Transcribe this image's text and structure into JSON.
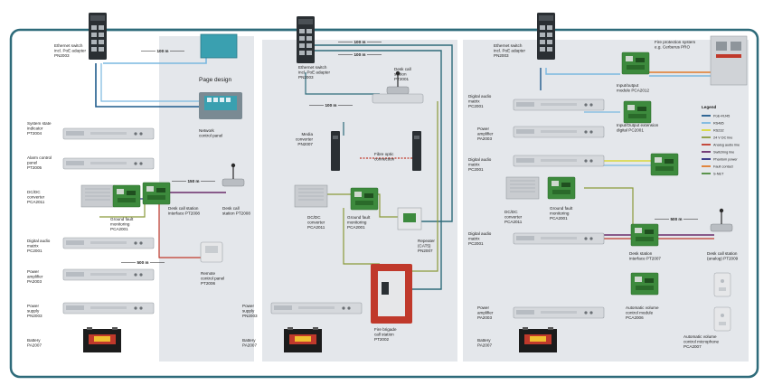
{
  "labels": {
    "sw1": [
      "Ethernet switch",
      "incl. PoE adapter",
      "PN2003"
    ],
    "sw2": [
      "Ethernet switch",
      "incl. PoE adapter",
      "PN2003"
    ],
    "sw3": [
      "Ethernet switch",
      "incl. PoE adapter",
      "PN2003"
    ],
    "page_design": [
      "Page design"
    ],
    "network_panel": [
      "Network",
      "control panel"
    ],
    "state_indicator": [
      "System state",
      "indicator",
      "PT2004"
    ],
    "alarm_panel": [
      "Alarm control",
      "panel",
      "PT2005"
    ],
    "dcdc1": [
      "DC/DC",
      "converter",
      "PCA2011"
    ],
    "ground1": [
      "Ground fault",
      "monitoring",
      "PCA2001"
    ],
    "desk_iface1": [
      "Desk call station",
      "interface PT2008"
    ],
    "desk_station1": [
      "Desk call",
      "station PT2008"
    ],
    "matrix1": [
      "Digital audio",
      "matrix",
      "PC2001"
    ],
    "remote_panel": [
      "Remote",
      "control panel",
      "PT2006"
    ],
    "amp1": [
      "Power",
      "amplifier",
      "PA2003"
    ],
    "psu1": [
      "Power",
      "supply",
      "PN2003"
    ],
    "battery1": [
      "Battery",
      "PA2007"
    ],
    "desk_station2": [
      "Desk call",
      "station",
      "PT2001"
    ],
    "media_conv": [
      "Media",
      "converter",
      "PN2007"
    ],
    "fibre": [
      "Fibre optic",
      "connection"
    ],
    "dcdc2": [
      "DC/DC",
      "converter",
      "PCA2011"
    ],
    "ground2": [
      "Ground fault",
      "monitoring",
      "PCA2001"
    ],
    "repeater": [
      "Repeater",
      "(CAT5)",
      "PN2007"
    ],
    "fire_station": [
      "Fire brigade",
      "call station",
      "PT2002"
    ],
    "psu2": [
      "Power",
      "supply",
      "PN2003"
    ],
    "battery2": [
      "Battery",
      "PA2007"
    ],
    "fire_system": [
      "Fire protection system",
      "e.g. Cerberus PRO"
    ],
    "io_module": [
      "Input/output",
      "module PCA2012"
    ],
    "io_ext": [
      "Input/Output extension",
      "digital PC2001"
    ],
    "matrix2": [
      "Digital audio",
      "matrix",
      "PC2001"
    ],
    "amp2": [
      "Power",
      "amplifier",
      "PA2003"
    ],
    "matrix3": [
      "Digital audio",
      "matrix",
      "PC2001"
    ],
    "dcdc3": [
      "DC/DC",
      "converter",
      "PCA2011"
    ],
    "ground3": [
      "Ground fault",
      "monitoring",
      "PCA2001"
    ],
    "matrix4": [
      "Digital audio",
      "matrix",
      "PC2001"
    ],
    "desk_iface3": [
      "Desk station",
      "interface PT2007"
    ],
    "desk_analog": [
      "Desk call station",
      "(analog) PT2009"
    ],
    "auto_vol": [
      "Automatic volume",
      "control module",
      "PCA2006"
    ],
    "auto_mic": [
      "Automatic volume",
      "control microphone",
      "PCA2007"
    ],
    "amp3": [
      "Power",
      "amplifier",
      "PA2003"
    ],
    "battery3": [
      "Battery",
      "PA2007"
    ]
  },
  "distances": {
    "d1": "100 m",
    "d2": "100 m",
    "d3": "100 m",
    "d4": "100 m",
    "d5": "150 m",
    "d6": "500 m",
    "d7": "500 m"
  },
  "legend": {
    "title": "Legend",
    "items": [
      "PoE+RJ45",
      "RS485",
      "RS232",
      "24 V DC line",
      "Analog audio line",
      "Switching line",
      "Phantom power",
      "Fault contact",
      "S-NET"
    ]
  },
  "colors": {
    "frame": "#2e6b7a",
    "panel": "#e4e7eb",
    "poe": "#1f5b8c",
    "rs485": "#7ab8e0",
    "rs232": "#d9d93a",
    "dc": "#8a9a3a",
    "analog": "#c0392b",
    "switching": "#6a2b6a",
    "phantom": "#2d2d82",
    "fault": "#e07a2a",
    "snet": "#4a8a3a"
  }
}
